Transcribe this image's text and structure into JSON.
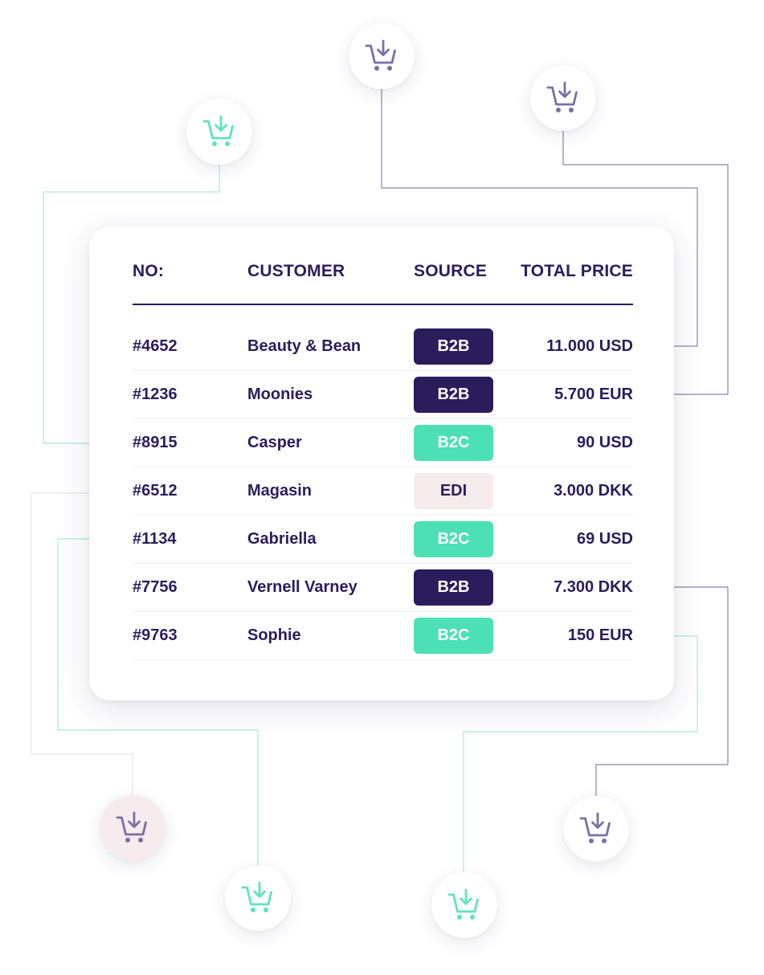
{
  "table": {
    "headers": {
      "no": "NO:",
      "customer": "CUSTOMER",
      "source": "SOURCE",
      "total_price": "TOTAL PRICE"
    },
    "rows": [
      {
        "no": "#4652",
        "customer": "Beauty & Bean",
        "source": "B2B",
        "price": "11.000 USD"
      },
      {
        "no": "#1236",
        "customer": "Moonies",
        "source": "B2B",
        "price": "5.700 EUR"
      },
      {
        "no": "#8915",
        "customer": "Casper",
        "source": "B2C",
        "price": "90 USD"
      },
      {
        "no": "#6512",
        "customer": "Magasin",
        "source": "EDI",
        "price": "3.000 DKK"
      },
      {
        "no": "#1134",
        "customer": "Gabriella",
        "source": "B2C",
        "price": "69 USD"
      },
      {
        "no": "#7756",
        "customer": "Vernell Varney",
        "source": "B2B",
        "price": "7.300 DKK"
      },
      {
        "no": "#9763",
        "customer": "Sophie",
        "source": "B2C",
        "price": "150 EUR"
      }
    ]
  },
  "badge_colors": {
    "B2B": {
      "bg": "#2b1d5c",
      "fg": "#ffffff"
    },
    "B2C": {
      "bg": "#4de0b5",
      "fg": "#ffffff"
    },
    "EDI": {
      "bg": "#f7eced",
      "fg": "#2b1d5c"
    }
  },
  "colors": {
    "navy": "#2b1d5c",
    "teal": "#5fe3bf",
    "purple_icon": "#7c6fa5",
    "pink_node": "#f7eced",
    "line_purple": "#8a82ad",
    "line_teal": "#a6ecd7"
  },
  "cart_nodes": [
    {
      "icon": "cart-download-icon",
      "color": "purple"
    },
    {
      "icon": "cart-download-icon",
      "color": "purple"
    },
    {
      "icon": "cart-download-icon",
      "color": "teal"
    },
    {
      "icon": "cart-download-icon",
      "color": "purple",
      "background": "pink"
    },
    {
      "icon": "cart-download-icon",
      "color": "teal"
    },
    {
      "icon": "cart-download-icon",
      "color": "teal"
    },
    {
      "icon": "cart-download-icon",
      "color": "purple"
    }
  ]
}
